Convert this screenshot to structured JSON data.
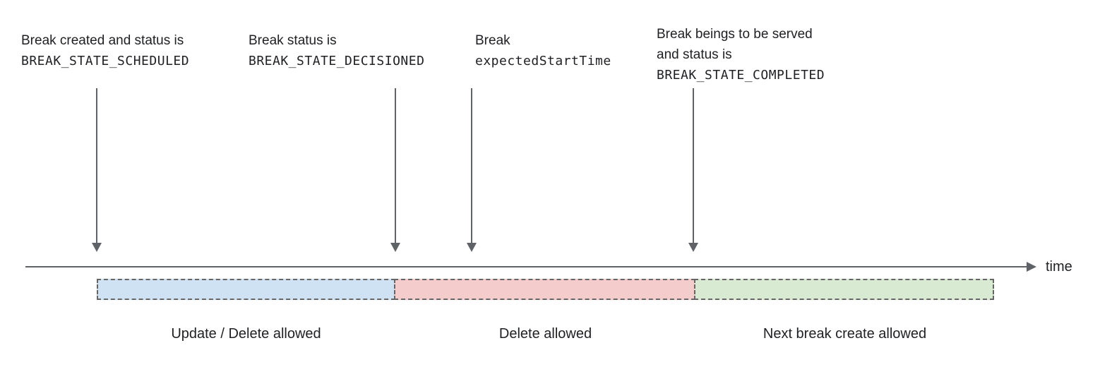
{
  "annotations": [
    {
      "name": "scheduled",
      "lines": [
        {
          "text": "Break created and status is",
          "mono": false
        },
        {
          "text": "BREAK_STATE_SCHEDULED",
          "mono": true
        }
      ]
    },
    {
      "name": "decisioned",
      "lines": [
        {
          "text": "Break status is",
          "mono": false
        },
        {
          "text": "BREAK_STATE_DECISIONED",
          "mono": true
        }
      ]
    },
    {
      "name": "expected-start-time",
      "lines": [
        {
          "text": "Break",
          "mono": false
        },
        {
          "text": "expectedStartTime",
          "mono": true
        }
      ]
    },
    {
      "name": "completed",
      "lines": [
        {
          "text": "Break beings to be served",
          "mono": false
        },
        {
          "text": "and status is",
          "mono": false
        },
        {
          "text": "BREAK_STATE_COMPLETED",
          "mono": true
        }
      ]
    }
  ],
  "timeline": {
    "label": "time",
    "axis_color": "#5f6368"
  },
  "segments": [
    {
      "label": "Update / Delete allowed",
      "color": "#cfe2f3",
      "border_color": "#666666"
    },
    {
      "label": "Delete allowed",
      "color": "#f4cccc",
      "border_color": "#666666"
    },
    {
      "label": "Next break create allowed",
      "color": "#d9ead3",
      "border_color": "#666666"
    }
  ]
}
